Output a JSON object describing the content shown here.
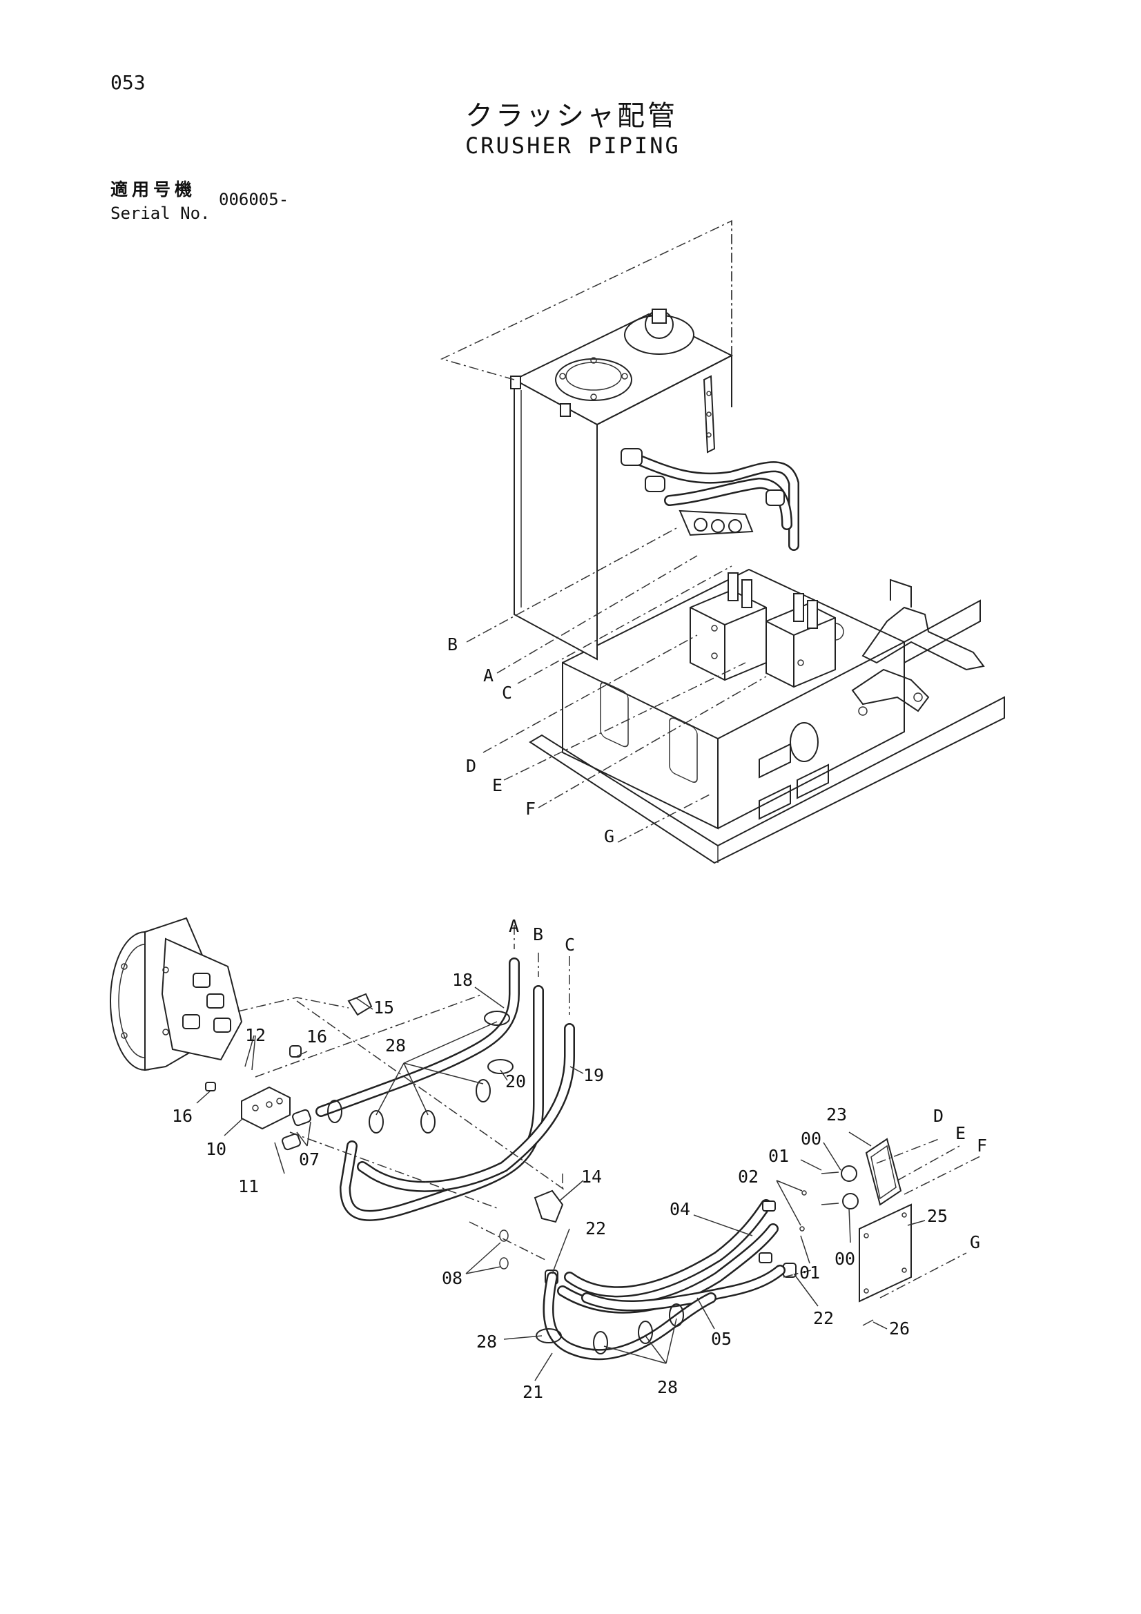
{
  "header": {
    "page_number": "053",
    "title_jp": "クラッシャ配管",
    "title_en": "CRUSHER PIPING",
    "serial_label_jp": "適用号機",
    "serial_label_en": "Serial No.",
    "serial_value": "006005-"
  },
  "upper_callouts": [
    "B",
    "A",
    "C",
    "D",
    "E",
    "F",
    "G"
  ],
  "connection_letters": [
    "A",
    "B",
    "C",
    "D",
    "E",
    "F",
    "G"
  ],
  "part_callouts": [
    "18",
    "15",
    "12",
    "16",
    "28",
    "20",
    "19",
    "16",
    "10",
    "11",
    "07",
    "14",
    "22",
    "08",
    "23",
    "00",
    "01",
    "02",
    "04",
    "25",
    "00",
    "01",
    "22",
    "05",
    "28",
    "21",
    "28",
    "26"
  ]
}
